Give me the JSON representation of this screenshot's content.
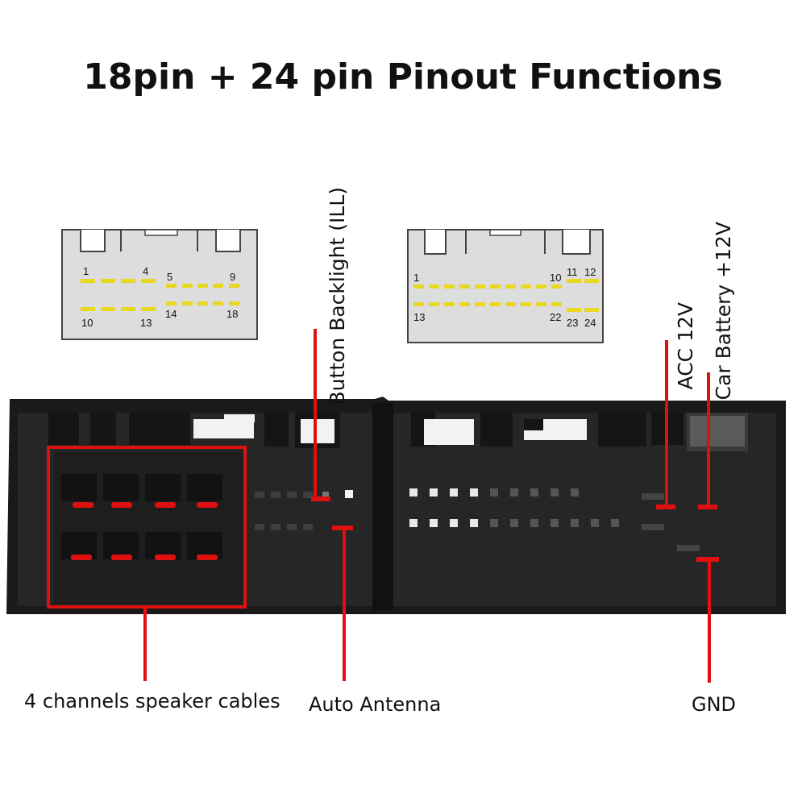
{
  "title": "18pin + 24 pin Pinout Functions",
  "colors": {
    "callout": "#e01010",
    "pin_yellow": "#e8d820",
    "connector_body": "#1a1a1a",
    "diagram_fill": "#dddddd"
  },
  "labels": {
    "backlight": "Button Backlight (ILL)",
    "acc": "ACC 12V",
    "battery": "Car Battery +12V",
    "speakers": "4 channels speaker cables",
    "antenna": "Auto Antenna",
    "gnd": "GND"
  },
  "connector18": {
    "numbers": [
      "1",
      "4",
      "5",
      "9",
      "10",
      "13",
      "14",
      "18"
    ]
  },
  "connector24": {
    "numbers": [
      "1",
      "10",
      "11",
      "12",
      "13",
      "22",
      "23",
      "24"
    ]
  }
}
